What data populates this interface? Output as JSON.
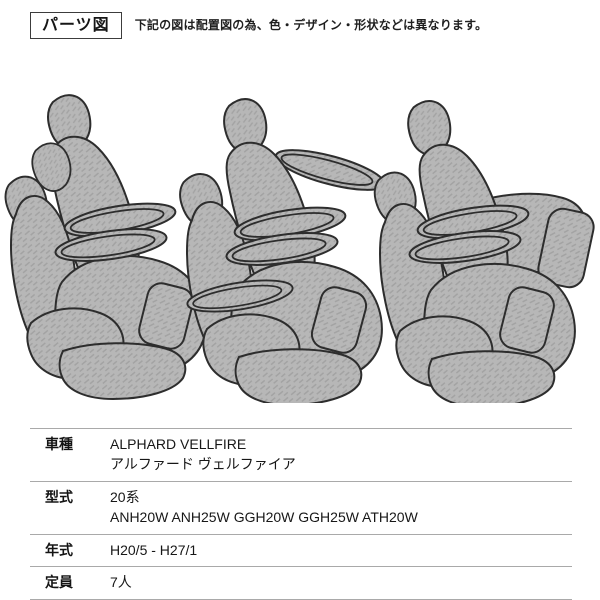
{
  "header": {
    "badge": "パーツ図",
    "note": "下記の図は配置図の為、色・デザイン・形状などは異なります。"
  },
  "diagram": {
    "name": "seat-cover-layout-diagram",
    "description": "3列シート配置図",
    "seat_fill": "#b7b7b7",
    "seat_texture": "#a3a3a3",
    "outline_color": "#2d2d2d"
  },
  "spec_table": {
    "rows": [
      {
        "label": "車種",
        "lines": [
          "ALPHARD VELLFIRE",
          "アルファード ヴェルファイア"
        ]
      },
      {
        "label": "型式",
        "lines": [
          "20系",
          "ANH20W ANH25W GGH20W GGH25W ATH20W"
        ]
      },
      {
        "label": "年式",
        "lines": [
          "H20/5 - H27/1"
        ]
      },
      {
        "label": "定員",
        "lines": [
          "7人"
        ]
      }
    ]
  }
}
